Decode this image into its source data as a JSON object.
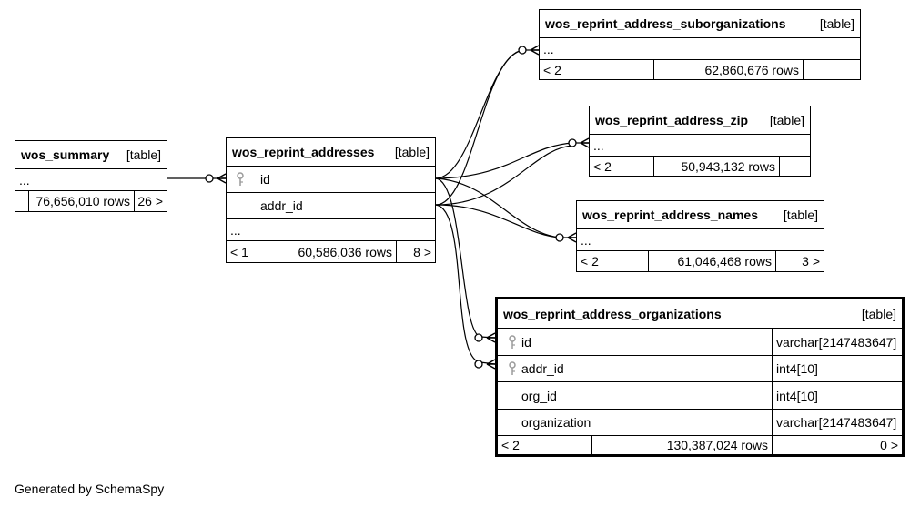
{
  "tables": {
    "summary": {
      "name": "wos_summary",
      "kind": "[table]",
      "more": "...",
      "rows": "76,656,010 rows",
      "children": "26 >"
    },
    "addresses": {
      "name": "wos_reprint_addresses",
      "kind": "[table]",
      "columns": [
        {
          "name": "id"
        },
        {
          "name": "addr_id"
        }
      ],
      "more": "...",
      "parents": "< 1",
      "rows": "60,586,036 rows",
      "children": "8 >"
    },
    "suborgs": {
      "name": "wos_reprint_address_suborganizations",
      "kind": "[table]",
      "more": "...",
      "parents": "< 2",
      "rows": "62,860,676 rows",
      "children": ""
    },
    "zip": {
      "name": "wos_reprint_address_zip",
      "kind": "[table]",
      "more": "...",
      "parents": "< 2",
      "rows": "50,943,132 rows",
      "children": ""
    },
    "names": {
      "name": "wos_reprint_address_names",
      "kind": "[table]",
      "more": "...",
      "parents": "< 2",
      "rows": "61,046,468 rows",
      "children": "3 >"
    },
    "orgs": {
      "name": "wos_reprint_address_organizations",
      "kind": "[table]",
      "columns": [
        {
          "name": "id",
          "type": "varchar[2147483647]"
        },
        {
          "name": "addr_id",
          "type": "int4[10]"
        },
        {
          "name": "org_id",
          "type": "int4[10]"
        },
        {
          "name": "organization",
          "type": "varchar[2147483647]"
        }
      ],
      "parents": "< 2",
      "rows": "130,387,024 rows",
      "children": "0 >"
    }
  },
  "footer": "Generated by SchemaSpy",
  "colors": {
    "line": "#000000",
    "key": "#9a9a9a",
    "background": "#ffffff"
  },
  "icons": {
    "key": "key-icon"
  }
}
